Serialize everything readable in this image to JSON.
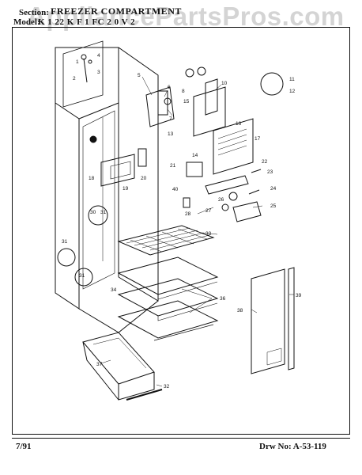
{
  "header": {
    "section_label": "Section:",
    "section_title": "FREEZER COMPARTMENT",
    "model_label": "Model:",
    "model_text": "K 1 22 K  F  1  FC  2 0  V 2"
  },
  "watermark": "AppliancePartsPros.com",
  "footer": {
    "date": "7/91",
    "drawing_number": "Drw No: A-53-119"
  },
  "callouts": [
    {
      "id": "c1",
      "label": "1"
    },
    {
      "id": "c2",
      "label": "2"
    },
    {
      "id": "c3",
      "label": "3"
    },
    {
      "id": "c4",
      "label": "4"
    },
    {
      "id": "c5",
      "label": "5"
    },
    {
      "id": "c6",
      "label": "6"
    },
    {
      "id": "c7",
      "label": "7"
    },
    {
      "id": "c8",
      "label": "8"
    },
    {
      "id": "c10",
      "label": "10"
    },
    {
      "id": "c11",
      "label": "11"
    },
    {
      "id": "c12",
      "label": "12"
    },
    {
      "id": "c13",
      "label": "13"
    },
    {
      "id": "c14",
      "label": "14"
    },
    {
      "id": "c15",
      "label": "15"
    },
    {
      "id": "c16",
      "label": "16"
    },
    {
      "id": "c17",
      "label": "17"
    },
    {
      "id": "c18",
      "label": "18"
    },
    {
      "id": "c19",
      "label": "19"
    },
    {
      "id": "c20",
      "label": "20"
    },
    {
      "id": "c21",
      "label": "21"
    },
    {
      "id": "c22",
      "label": "22"
    },
    {
      "id": "c23",
      "label": "23"
    },
    {
      "id": "c24",
      "label": "24"
    },
    {
      "id": "c25",
      "label": "25"
    },
    {
      "id": "c26",
      "label": "26"
    },
    {
      "id": "c27",
      "label": "27"
    },
    {
      "id": "c28",
      "label": "28"
    },
    {
      "id": "c29",
      "label": "29"
    },
    {
      "id": "c30",
      "label": "30"
    },
    {
      "id": "c31a",
      "label": "31"
    },
    {
      "id": "c31b",
      "label": "31"
    },
    {
      "id": "c32",
      "label": "32"
    },
    {
      "id": "c33",
      "label": "33"
    },
    {
      "id": "c34",
      "label": "34"
    },
    {
      "id": "c36",
      "label": "36"
    },
    {
      "id": "c37",
      "label": "37"
    },
    {
      "id": "c38",
      "label": "38"
    },
    {
      "id": "c39",
      "label": "39"
    },
    {
      "id": "c40",
      "label": "40"
    }
  ]
}
